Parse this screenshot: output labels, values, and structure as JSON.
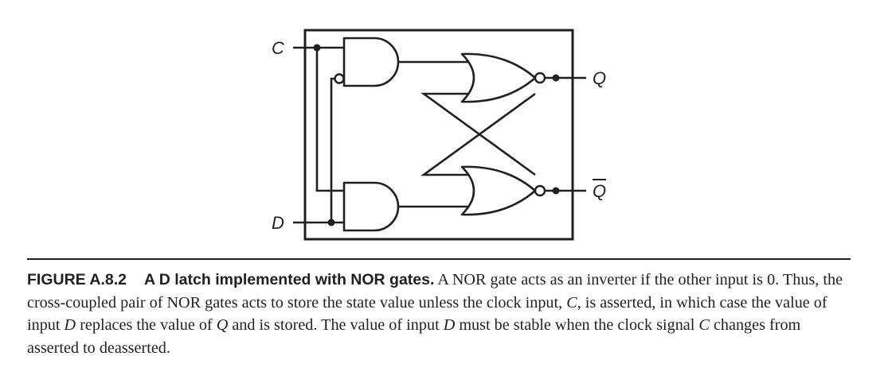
{
  "figure": {
    "labels": {
      "c": "C",
      "d": "D",
      "q": "Q",
      "qbar": "Q"
    }
  },
  "caption": {
    "label": "FIGURE A.8.2",
    "title": "A D latch implemented with NOR gates.",
    "text_1": " A NOR gate acts as an inverter if the other input is 0. Thus, the cross-coupled pair of NOR gates acts to store the state value unless the clock input, ",
    "var_c1": "C",
    "text_2": ", is asserted, in which case the value of input ",
    "var_d1": "D",
    "text_3": " replaces the value of ",
    "var_q": "Q",
    "text_4": " and is stored. The value of input ",
    "var_d2": "D",
    "text_5": " must be stable when the clock signal ",
    "var_c2": "C",
    "text_6": " changes from asserted to deasserted."
  }
}
